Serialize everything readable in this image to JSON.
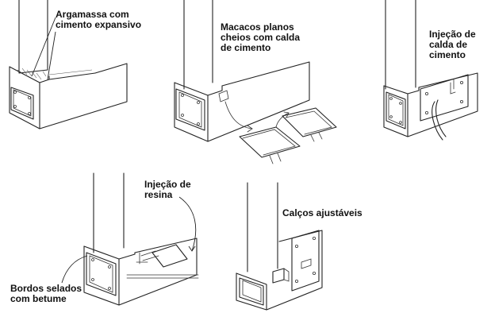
{
  "labels": {
    "argamassa": "Argamassa com\ncimento expansivo",
    "macacos": "Macacos planos\ncheios com calda\nde cimento",
    "injecao_calda": "Injeção de\ncalda de\ncimento",
    "injecao_resina": "Injeção de\nresina",
    "calcos": "Calços ajustáveis",
    "bordos": "Bordos selados\ncom betume"
  },
  "colors": {
    "line": "#222222",
    "text": "#111111",
    "background": "#ffffff"
  }
}
